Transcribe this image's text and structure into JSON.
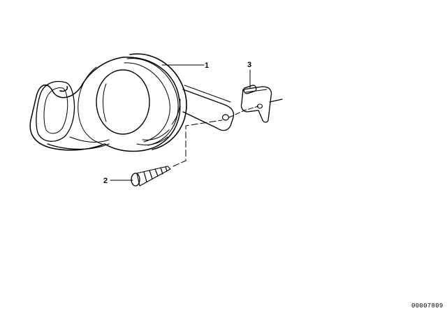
{
  "diagram": {
    "callouts": {
      "horn": "1",
      "screw": "2",
      "bracket": "3"
    },
    "document_number": "00007809"
  },
  "icons": {
    "horn": "horn-icon",
    "screw": "screw-icon",
    "bracket": "bracket-icon"
  },
  "colors": {
    "ink": "#000000",
    "background": "#ffffff"
  }
}
